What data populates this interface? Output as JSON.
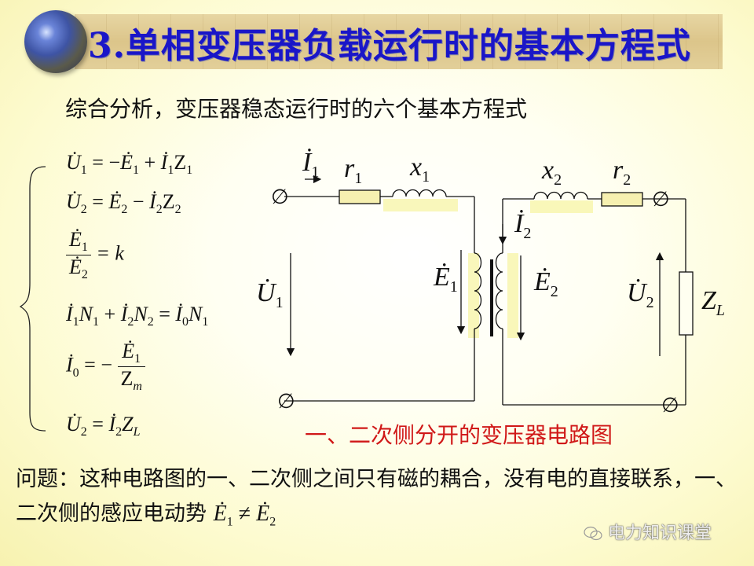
{
  "header": {
    "title": "3.单相变压器负载运行时的基本方程式"
  },
  "subtitle": "综合分析，变压器稳态运行时的六个基本方程式",
  "equations": [
    {
      "id": "eq1",
      "latex": "U̇1 = −Ė1 + İ1Z1",
      "parts": {
        "lhs": "U̇",
        "lhs_sub": "1",
        "op1": " = −",
        "t1": "Ė",
        "t1_sub": "1",
        "op2": " + ",
        "t2": "İ",
        "t2_sub": "1",
        "t3": "Z",
        "t3_sub": "1"
      }
    },
    {
      "id": "eq2",
      "latex": "U̇2 = Ė2 − İ2Z2",
      "parts": {
        "lhs": "U̇",
        "lhs_sub": "2",
        "op1": " = ",
        "t1": "Ė",
        "t1_sub": "2",
        "op2": " − ",
        "t2": "İ",
        "t2_sub": "2",
        "t3": "Z",
        "t3_sub": "2"
      }
    },
    {
      "id": "eq3",
      "latex": "Ė1 / Ė2 = k",
      "parts": {
        "num": "Ė",
        "num_sub": "1",
        "den": "Ė",
        "den_sub": "2",
        "rhs": " = k"
      }
    },
    {
      "id": "eq4",
      "latex": "İ1N1 + İ2N2 = İ0N1",
      "parts": {
        "a": "İ",
        "a_sub": "1",
        "b": "N",
        "b_sub": "1",
        "op1": " + ",
        "c": "İ",
        "c_sub": "2",
        "d": "N",
        "d_sub": "2",
        "op2": " = ",
        "e": "İ",
        "e_sub": "0",
        "f": "N",
        "f_sub": "1"
      }
    },
    {
      "id": "eq5",
      "latex": "İ0 = −Ė1 / Zm",
      "parts": {
        "lhs": "İ",
        "lhs_sub": "0",
        "op": " = − ",
        "num": "Ė",
        "num_sub": "1",
        "den": "Z",
        "den_sub": "m"
      }
    },
    {
      "id": "eq6",
      "latex": "U̇2 = İ2ZL",
      "parts": {
        "lhs": "U̇",
        "lhs_sub": "2",
        "op": " = ",
        "t1": "İ",
        "t1_sub": "2",
        "t2": "Z",
        "t2_sub": "L"
      }
    }
  ],
  "circuit": {
    "labels": {
      "I1": {
        "sym": "İ",
        "sub": "1"
      },
      "r1": {
        "sym": "r",
        "sub": "1"
      },
      "x1": {
        "sym": "x",
        "sub": "1"
      },
      "x2": {
        "sym": "x",
        "sub": "2"
      },
      "r2": {
        "sym": "r",
        "sub": "2"
      },
      "I2": {
        "sym": "İ",
        "sub": "2"
      },
      "U1": {
        "sym": "U̇",
        "sub": "1"
      },
      "E1": {
        "sym": "Ė",
        "sub": "1"
      },
      "E2": {
        "sym": "Ė",
        "sub": "2"
      },
      "U2": {
        "sym": "U̇",
        "sub": "2"
      },
      "ZL": {
        "sym": "Z",
        "sub": "L"
      }
    },
    "terminal_symbol": "∅",
    "caption": "一、二次侧分开的变压器电路图",
    "caption_color": "#d01818"
  },
  "question": {
    "text": "问题：这种电路图的一、二次侧之间只有磁的耦合，没有电的直接联系，一、二次侧的感应电动势",
    "math": {
      "a": "Ė",
      "a_sub": "1",
      "op": " ≠ ",
      "b": "Ė",
      "b_sub": "2"
    }
  },
  "watermark": {
    "icon": "wechat-icon",
    "text": "电力知识课堂"
  },
  "colors": {
    "title": "#1a16c8",
    "caption": "#d01818",
    "background": "#fdfbd0"
  }
}
